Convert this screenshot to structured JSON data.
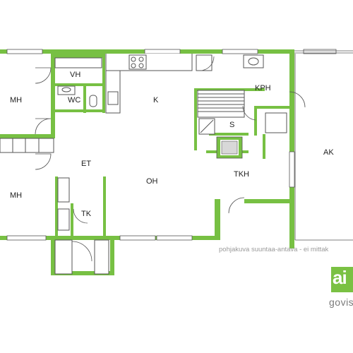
{
  "rooms": {
    "mh1": "MH",
    "vh": "VH",
    "wc": "WC",
    "k": "K",
    "kph": "KPH",
    "s": "S",
    "et": "ET",
    "oh": "OH",
    "tkh": "TKH",
    "ak": "AK",
    "mh2": "MH",
    "tk": "TK"
  },
  "caption": "pohjakuva suuntaa-antava - ei mittak",
  "logo": {
    "text": "ai",
    "brand": "govis"
  },
  "colors": {
    "wall": "#77c043",
    "line": "#666666",
    "logo": "#7ac143"
  }
}
